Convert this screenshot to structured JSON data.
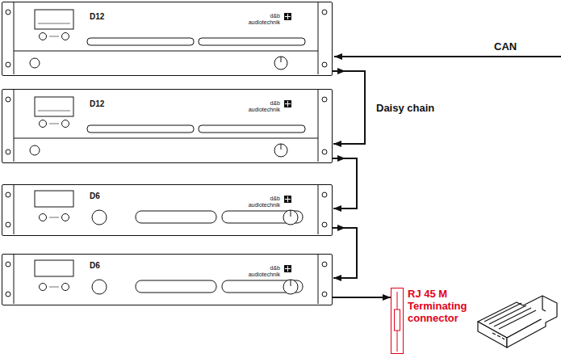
{
  "diagram": {
    "nodes": [
      {
        "text": [
          "D12",
          "d&b audiotechnik"
        ]
      },
      {
        "text": [
          "D12",
          "d&b audiotechnik"
        ]
      },
      {
        "text": [
          "D6",
          "d&b audiotechnik"
        ]
      },
      {
        "text": [
          "D6",
          "d&b audiotechnik"
        ]
      },
      {
        "text": [
          "RJ 45 M Terminating connector"
        ]
      }
    ],
    "edges": [
      {
        "from": 0,
        "to": 1,
        "arrow": "to",
        "label": "Daisy chain"
      },
      {
        "from": 1,
        "to": 2,
        "arrow": "to"
      },
      {
        "from": 2,
        "to": 3,
        "arrow": "to"
      },
      {
        "from": 3,
        "to": 4,
        "arrow": "to"
      }
    ],
    "labels": [
      "CAN"
    ]
  }
}
